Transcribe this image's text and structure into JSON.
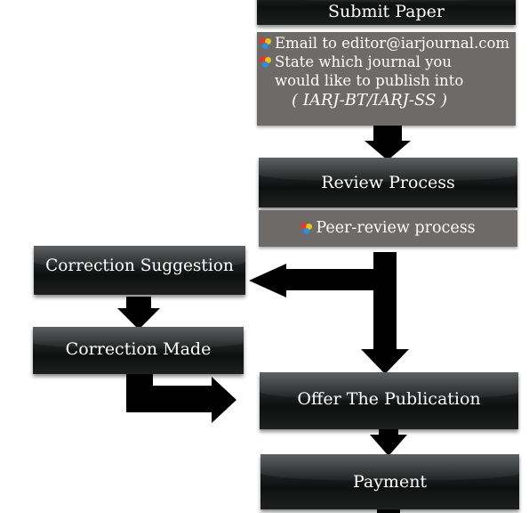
{
  "steps": {
    "submit": {
      "title": "Submit Paper",
      "bullets": [
        "Email to editor@iarjournal.com",
        "State which journal you would like to publish into"
      ],
      "journals": "( IARJ-BT/IARJ-SS )"
    },
    "review": {
      "title": "Review Process",
      "bullets": [
        "Peer-review process"
      ]
    },
    "correction_suggestion": {
      "title": "Correction Suggestion"
    },
    "correction_made": {
      "title": "Correction Made"
    },
    "offer": {
      "title": "Offer The Publication"
    },
    "payment": {
      "title": "Payment"
    }
  },
  "colors": {
    "box_dark": "#111313",
    "panel_gray": "#6e6a67",
    "arrow": "#000000",
    "bullet_red": "#e0392d",
    "bullet_yellow": "#f2c21b",
    "bullet_blue": "#2f8de0"
  }
}
